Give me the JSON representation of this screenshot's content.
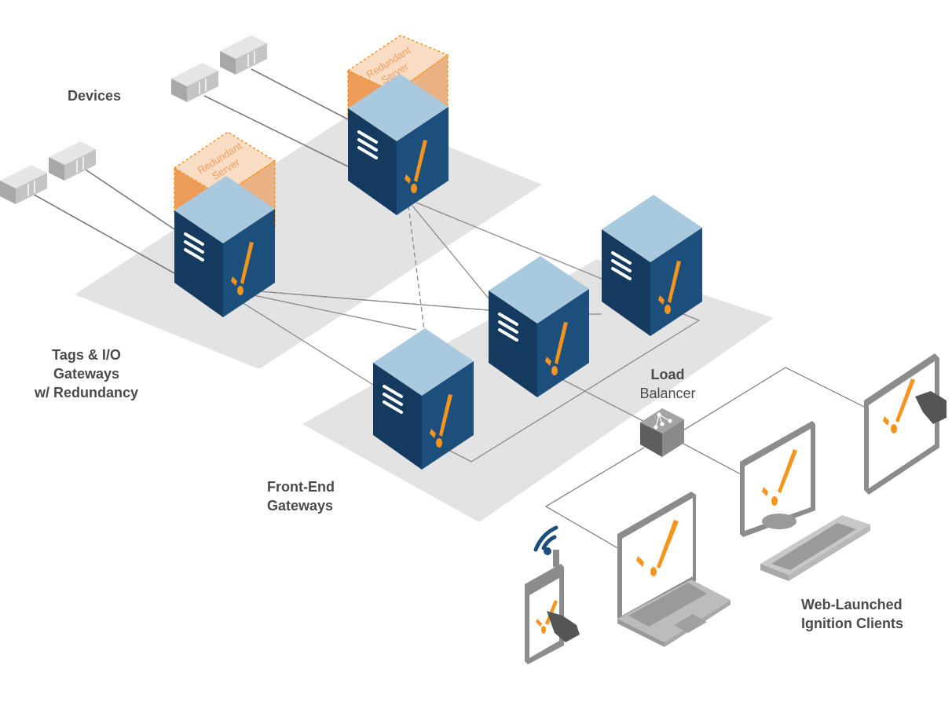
{
  "labels": {
    "devices": "Devices",
    "tags_gateways": [
      "Tags & I/O",
      "Gateways",
      "w/ Redundancy"
    ],
    "frontend_gateways": [
      "Front-End",
      "Gateways"
    ],
    "load_balancer": [
      "Load",
      "Balancer"
    ],
    "web_clients": [
      "Web-Launched",
      "Ignition Clients"
    ]
  },
  "redundant_server_label": [
    "Redundant",
    "Server"
  ],
  "colors": {
    "server_top": "#a9c9df",
    "server_front": "#1c4f7c",
    "server_side": "#153a60",
    "accent_orange": "#f7941d",
    "redundant_fill": "#f0a060",
    "platform": "#e3e3e3",
    "device": "#c4c4c4",
    "connector": "#7a7a7a",
    "text": "#4a4a4a"
  }
}
